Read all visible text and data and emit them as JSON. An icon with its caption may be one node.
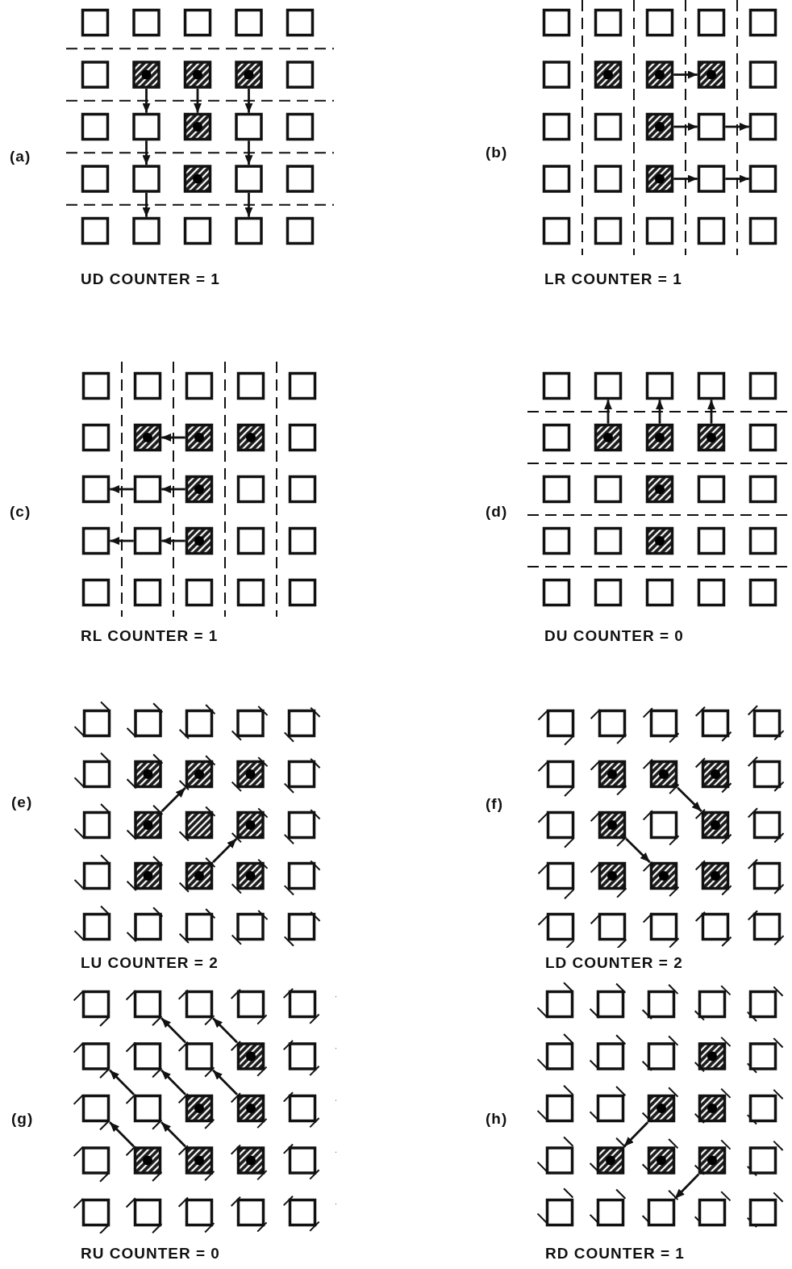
{
  "diagram": {
    "nodes": [
      {
        "text": [],
        "shape": "box"
      },
      {
        "text": [],
        "shape": "box"
      },
      {
        "text": [],
        "shape": "box"
      },
      {
        "text": [],
        "shape": "box"
      },
      {
        "text": [],
        "shape": "box"
      },
      {
        "text": [],
        "shape": "box"
      },
      {
        "text": [],
        "shape": "box"
      },
      {
        "text": [],
        "shape": "box"
      },
      {
        "text": [],
        "shape": "box"
      },
      {
        "text": [],
        "shape": "box"
      },
      {
        "text": [],
        "shape": "box"
      },
      {
        "text": [],
        "shape": "box"
      },
      {
        "text": [],
        "shape": "box"
      },
      {
        "text": [],
        "shape": "box"
      },
      {
        "text": [],
        "shape": "box"
      },
      {
        "text": [],
        "shape": "box"
      },
      {
        "text": [],
        "shape": "box"
      },
      {
        "text": [],
        "shape": "box"
      },
      {
        "text": [],
        "shape": "box"
      },
      {
        "text": [],
        "shape": "box"
      },
      {
        "text": [],
        "shape": "box"
      },
      {
        "text": [],
        "shape": "box"
      },
      {
        "text": [],
        "shape": "box"
      },
      {
        "text": [],
        "shape": "box"
      },
      {
        "text": [],
        "shape": "box"
      },
      {
        "text": [],
        "shape": "box"
      },
      {
        "text": [],
        "shape": "box"
      },
      {
        "text": [],
        "shape": "box"
      },
      {
        "text": [],
        "shape": "box"
      },
      {
        "text": [],
        "shape": "box"
      },
      {
        "text": [],
        "shape": "box"
      },
      {
        "text": [],
        "shape": "box"
      },
      {
        "text": [],
        "shape": "box"
      },
      {
        "text": [],
        "shape": "box"
      },
      {
        "text": [],
        "shape": "box"
      },
      {
        "text": [],
        "shape": "box"
      },
      {
        "text": [],
        "shape": "box"
      },
      {
        "text": [],
        "shape": "box"
      },
      {
        "text": [],
        "shape": "box"
      },
      {
        "text": [],
        "shape": "box"
      },
      {
        "text": [],
        "shape": "box"
      },
      {
        "text": [],
        "shape": "box"
      },
      {
        "text": [],
        "shape": "box"
      },
      {
        "text": [],
        "shape": "box"
      },
      {
        "text": [],
        "shape": "box"
      },
      {
        "text": [],
        "shape": "box"
      },
      {
        "text": [],
        "shape": "box"
      },
      {
        "text": [],
        "shape": "box"
      },
      {
        "text": [],
        "shape": "box"
      },
      {
        "text": [],
        "shape": "box"
      },
      {
        "text": [],
        "shape": "box"
      },
      {
        "text": [],
        "shape": "box"
      },
      {
        "text": [],
        "shape": "box"
      },
      {
        "text": [],
        "shape": "box"
      },
      {
        "text": [],
        "shape": "box"
      },
      {
        "text": [],
        "shape": "box"
      },
      {
        "text": [],
        "shape": "box"
      },
      {
        "text": [],
        "shape": "box"
      },
      {
        "text": [],
        "shape": "box"
      },
      {
        "text": [],
        "shape": "box"
      },
      {
        "text": [],
        "shape": "box"
      },
      {
        "text": [],
        "shape": "box"
      },
      {
        "text": [],
        "shape": "box"
      },
      {
        "text": [],
        "shape": "box"
      },
      {
        "text": [],
        "shape": "box"
      },
      {
        "text": [],
        "shape": "box"
      },
      {
        "text": [],
        "shape": "box"
      },
      {
        "text": [],
        "shape": "box"
      },
      {
        "text": [],
        "shape": "box"
      },
      {
        "text": [],
        "shape": "box"
      },
      {
        "text": [],
        "shape": "box"
      },
      {
        "text": [],
        "shape": "box"
      },
      {
        "text": [],
        "shape": "box"
      },
      {
        "text": [],
        "shape": "box"
      },
      {
        "text": [],
        "shape": "box"
      },
      {
        "text": [],
        "shape": "box"
      },
      {
        "text": [],
        "shape": "box"
      },
      {
        "text": [],
        "shape": "box"
      },
      {
        "text": [],
        "shape": "box"
      },
      {
        "text": [],
        "shape": "box"
      },
      {
        "text": [],
        "shape": "box"
      },
      {
        "text": [],
        "shape": "box"
      },
      {
        "text": [],
        "shape": "box"
      },
      {
        "text": [],
        "shape": "box"
      },
      {
        "text": [],
        "shape": "box"
      },
      {
        "text": [],
        "shape": "box"
      },
      {
        "text": [],
        "shape": "box"
      },
      {
        "text": [],
        "shape": "box"
      },
      {
        "text": [],
        "shape": "box"
      },
      {
        "text": [],
        "shape": "box"
      },
      {
        "text": [],
        "shape": "box"
      },
      {
        "text": [],
        "shape": "box"
      },
      {
        "text": [],
        "shape": "box"
      },
      {
        "text": [],
        "shape": "box"
      },
      {
        "text": [],
        "shape": "box"
      },
      {
        "text": [],
        "shape": "box"
      },
      {
        "text": [],
        "shape": "box"
      },
      {
        "text": [],
        "shape": "box"
      },
      {
        "text": [],
        "shape": "box"
      },
      {
        "text": [],
        "shape": "box"
      },
      {
        "text": [],
        "shape": "box"
      },
      {
        "text": [],
        "shape": "box"
      },
      {
        "text": [],
        "shape": "box"
      },
      {
        "text": [],
        "shape": "box"
      },
      {
        "text": [],
        "shape": "box"
      },
      {
        "text": [],
        "shape": "box"
      },
      {
        "text": [],
        "shape": "box"
      },
      {
        "text": [],
        "shape": "box"
      },
      {
        "text": [],
        "shape": "box"
      },
      {
        "text": [],
        "shape": "box"
      },
      {
        "text": [],
        "shape": "box"
      },
      {
        "text": [],
        "shape": "box"
      },
      {
        "text": [],
        "shape": "box"
      },
      {
        "text": [],
        "shape": "box"
      },
      {
        "text": [],
        "shape": "box"
      },
      {
        "text": [],
        "shape": "box"
      },
      {
        "text": [],
        "shape": "box"
      },
      {
        "text": [],
        "shape": "box"
      },
      {
        "text": [],
        "shape": "box"
      },
      {
        "text": [],
        "shape": "box"
      },
      {
        "text": [],
        "shape": "box"
      },
      {
        "text": [],
        "shape": "box"
      },
      {
        "text": [],
        "shape": "box"
      },
      {
        "text": [],
        "shape": "box"
      },
      {
        "text": [],
        "shape": "box"
      },
      {
        "text": [],
        "shape": "box"
      },
      {
        "text": [],
        "shape": "box"
      },
      {
        "text": [],
        "shape": "box"
      },
      {
        "text": [],
        "shape": "box"
      },
      {
        "text": [],
        "shape": "box"
      },
      {
        "text": [],
        "shape": "box"
      },
      {
        "text": [],
        "shape": "box"
      },
      {
        "text": [],
        "shape": "box"
      },
      {
        "text": [],
        "shape": "box"
      },
      {
        "text": [],
        "shape": "box"
      },
      {
        "text": [],
        "shape": "box"
      },
      {
        "text": [],
        "shape": "box"
      },
      {
        "text": [],
        "shape": "box"
      },
      {
        "text": [],
        "shape": "box"
      },
      {
        "text": [],
        "shape": "box"
      },
      {
        "text": [],
        "shape": "box"
      },
      {
        "text": [],
        "shape": "box"
      },
      {
        "text": [],
        "shape": "box"
      },
      {
        "text": [],
        "shape": "box"
      },
      {
        "text": [],
        "shape": "box"
      },
      {
        "text": [],
        "shape": "box"
      },
      {
        "text": [],
        "shape": "box"
      },
      {
        "text": [],
        "shape": "box"
      },
      {
        "text": [],
        "shape": "box"
      },
      {
        "text": [],
        "shape": "box"
      },
      {
        "text": [],
        "shape": "box"
      },
      {
        "text": [],
        "shape": "box"
      },
      {
        "text": [],
        "shape": "box"
      },
      {
        "text": [],
        "shape": "box"
      },
      {
        "text": [],
        "shape": "box"
      },
      {
        "text": [],
        "shape": "box"
      },
      {
        "text": [],
        "shape": "box"
      },
      {
        "text": [],
        "shape": "box"
      },
      {
        "text": [],
        "shape": "box"
      },
      {
        "text": [],
        "shape": "box"
      },
      {
        "text": [],
        "shape": "box"
      },
      {
        "text": [],
        "shape": "box"
      },
      {
        "text": [],
        "shape": "box"
      },
      {
        "text": [],
        "shape": "box"
      },
      {
        "text": [],
        "shape": "box"
      },
      {
        "text": [],
        "shape": "box"
      },
      {
        "text": [],
        "shape": "box"
      },
      {
        "text": [],
        "shape": "box"
      },
      {
        "text": [],
        "shape": "box"
      },
      {
        "text": [],
        "shape": "box"
      },
      {
        "text": [],
        "shape": "box"
      },
      {
        "text": [],
        "shape": "box"
      },
      {
        "text": [],
        "shape": "box"
      },
      {
        "text": [],
        "shape": "box"
      },
      {
        "text": [],
        "shape": "box"
      },
      {
        "text": [],
        "shape": "box"
      },
      {
        "text": [],
        "shape": "box"
      },
      {
        "text": [],
        "shape": "box"
      },
      {
        "text": [],
        "shape": "box"
      },
      {
        "text": [],
        "shape": "box"
      },
      {
        "text": [],
        "shape": "box"
      },
      {
        "text": [],
        "shape": "box"
      },
      {
        "text": [],
        "shape": "box"
      },
      {
        "text": [],
        "shape": "box"
      },
      {
        "text": [],
        "shape": "box"
      },
      {
        "text": [],
        "shape": "box"
      },
      {
        "text": [],
        "shape": "box"
      },
      {
        "text": [],
        "shape": "box"
      },
      {
        "text": [],
        "shape": "box"
      },
      {
        "text": [],
        "shape": "box"
      },
      {
        "text": [],
        "shape": "box"
      },
      {
        "text": [],
        "shape": "box"
      },
      {
        "text": [],
        "shape": "box"
      },
      {
        "text": [],
        "shape": "box"
      },
      {
        "text": [],
        "shape": "box"
      },
      {
        "text": [],
        "shape": "box"
      },
      {
        "text": [],
        "shape": "box"
      },
      {
        "text": [],
        "shape": "box"
      },
      {
        "text": [],
        "shape": "box"
      },
      {
        "text": [],
        "shape": "box"
      }
    ],
    "edges": [
      {
        "from": 6,
        "to": 11,
        "arrow": "to"
      },
      {
        "from": 11,
        "to": 16,
        "arrow": "to"
      },
      {
        "from": 16,
        "to": 21,
        "arrow": "to"
      },
      {
        "from": 7,
        "to": 12,
        "arrow": "to"
      },
      {
        "from": 8,
        "to": 13,
        "arrow": "to"
      },
      {
        "from": 13,
        "to": 18,
        "arrow": "to"
      },
      {
        "from": 18,
        "to": 23,
        "arrow": "to"
      },
      {
        "from": 32,
        "to": 33,
        "arrow": "to"
      },
      {
        "from": 37,
        "to": 38,
        "arrow": "to"
      },
      {
        "from": 38,
        "to": 39,
        "arrow": "to"
      },
      {
        "from": 42,
        "to": 43,
        "arrow": "to"
      },
      {
        "from": 43,
        "to": 44,
        "arrow": "to"
      },
      {
        "from": 57,
        "to": 56,
        "arrow": "to"
      },
      {
        "from": 62,
        "to": 61,
        "arrow": "to"
      },
      {
        "from": 61,
        "to": 60,
        "arrow": "to"
      },
      {
        "from": 67,
        "to": 66,
        "arrow": "to"
      },
      {
        "from": 66,
        "to": 65,
        "arrow": "to"
      },
      {
        "from": 81,
        "to": 76,
        "arrow": "to"
      },
      {
        "from": 82,
        "to": 77,
        "arrow": "to"
      },
      {
        "from": 83,
        "to": 78,
        "arrow": "to"
      },
      {
        "from": 111,
        "to": 107,
        "arrow": "to"
      },
      {
        "from": 117,
        "to": 113,
        "arrow": "to"
      },
      {
        "from": 132,
        "to": 138,
        "arrow": "to"
      },
      {
        "from": 136,
        "to": 142,
        "arrow": "to"
      },
      {
        "from": 158,
        "to": 152,
        "arrow": "to"
      },
      {
        "from": 157,
        "to": 151,
        "arrow": "to"
      },
      {
        "from": 163,
        "to": 157,
        "arrow": "to"
      },
      {
        "from": 162,
        "to": 156,
        "arrow": "to"
      },
      {
        "from": 161,
        "to": 155,
        "arrow": "to"
      },
      {
        "from": 166,
        "to": 160,
        "arrow": "to"
      },
      {
        "from": 167,
        "to": 161,
        "arrow": "to"
      },
      {
        "from": 187,
        "to": 191,
        "arrow": "to"
      },
      {
        "from": 193,
        "to": 197,
        "arrow": "to"
      }
    ],
    "labels": [
      "(a)",
      "UD COUNTER = 1",
      "(b)",
      "LR COUNTER = 1",
      "(c)",
      "RL COUNTER = 1",
      "(d)",
      "DU COUNTER = 0",
      "(e)",
      "LU COUNTER = 2",
      "(f)",
      "LD COUNTER = 2",
      "(g)",
      "RU COUNTER = 0",
      "(h)",
      "RD COUNTER = 1"
    ]
  }
}
